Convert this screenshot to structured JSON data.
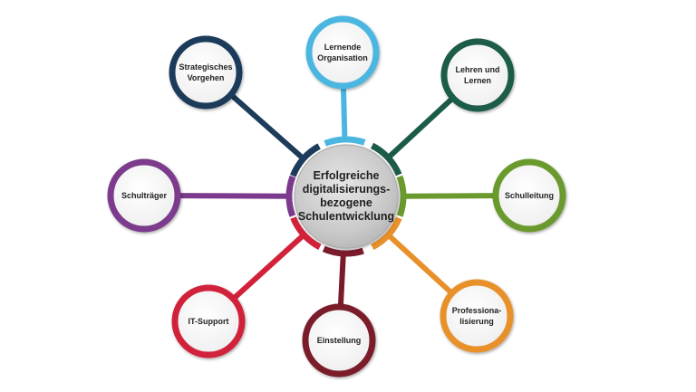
{
  "hub": {
    "label": "Erfolgreiche\ndigitalisierungs-\nbezogene\nSchulentwicklung"
  },
  "nodes": [
    {
      "key": "lernende-organisation",
      "label": "Lernende\nOrganisation",
      "color": "#4bb6e0"
    },
    {
      "key": "lehren-und-lernen",
      "label": "Lehren und\nLernen",
      "color": "#1c5b4a"
    },
    {
      "key": "schulleitung",
      "label": "Schulleitung",
      "color": "#6a9a2e"
    },
    {
      "key": "professionalisierung",
      "label": "Professiona-\nlisierung",
      "color": "#e8902a"
    },
    {
      "key": "einstellung",
      "label": "Einstellung",
      "color": "#7a1a2a"
    },
    {
      "key": "it-support",
      "label": "IT-Support",
      "color": "#d1223a"
    },
    {
      "key": "schultraeger",
      "label": "Schulträger",
      "color": "#7b3a8c"
    },
    {
      "key": "strategisches-vorgehen",
      "label": "Strategisches\nVorgehen",
      "color": "#1d3b5a"
    }
  ]
}
